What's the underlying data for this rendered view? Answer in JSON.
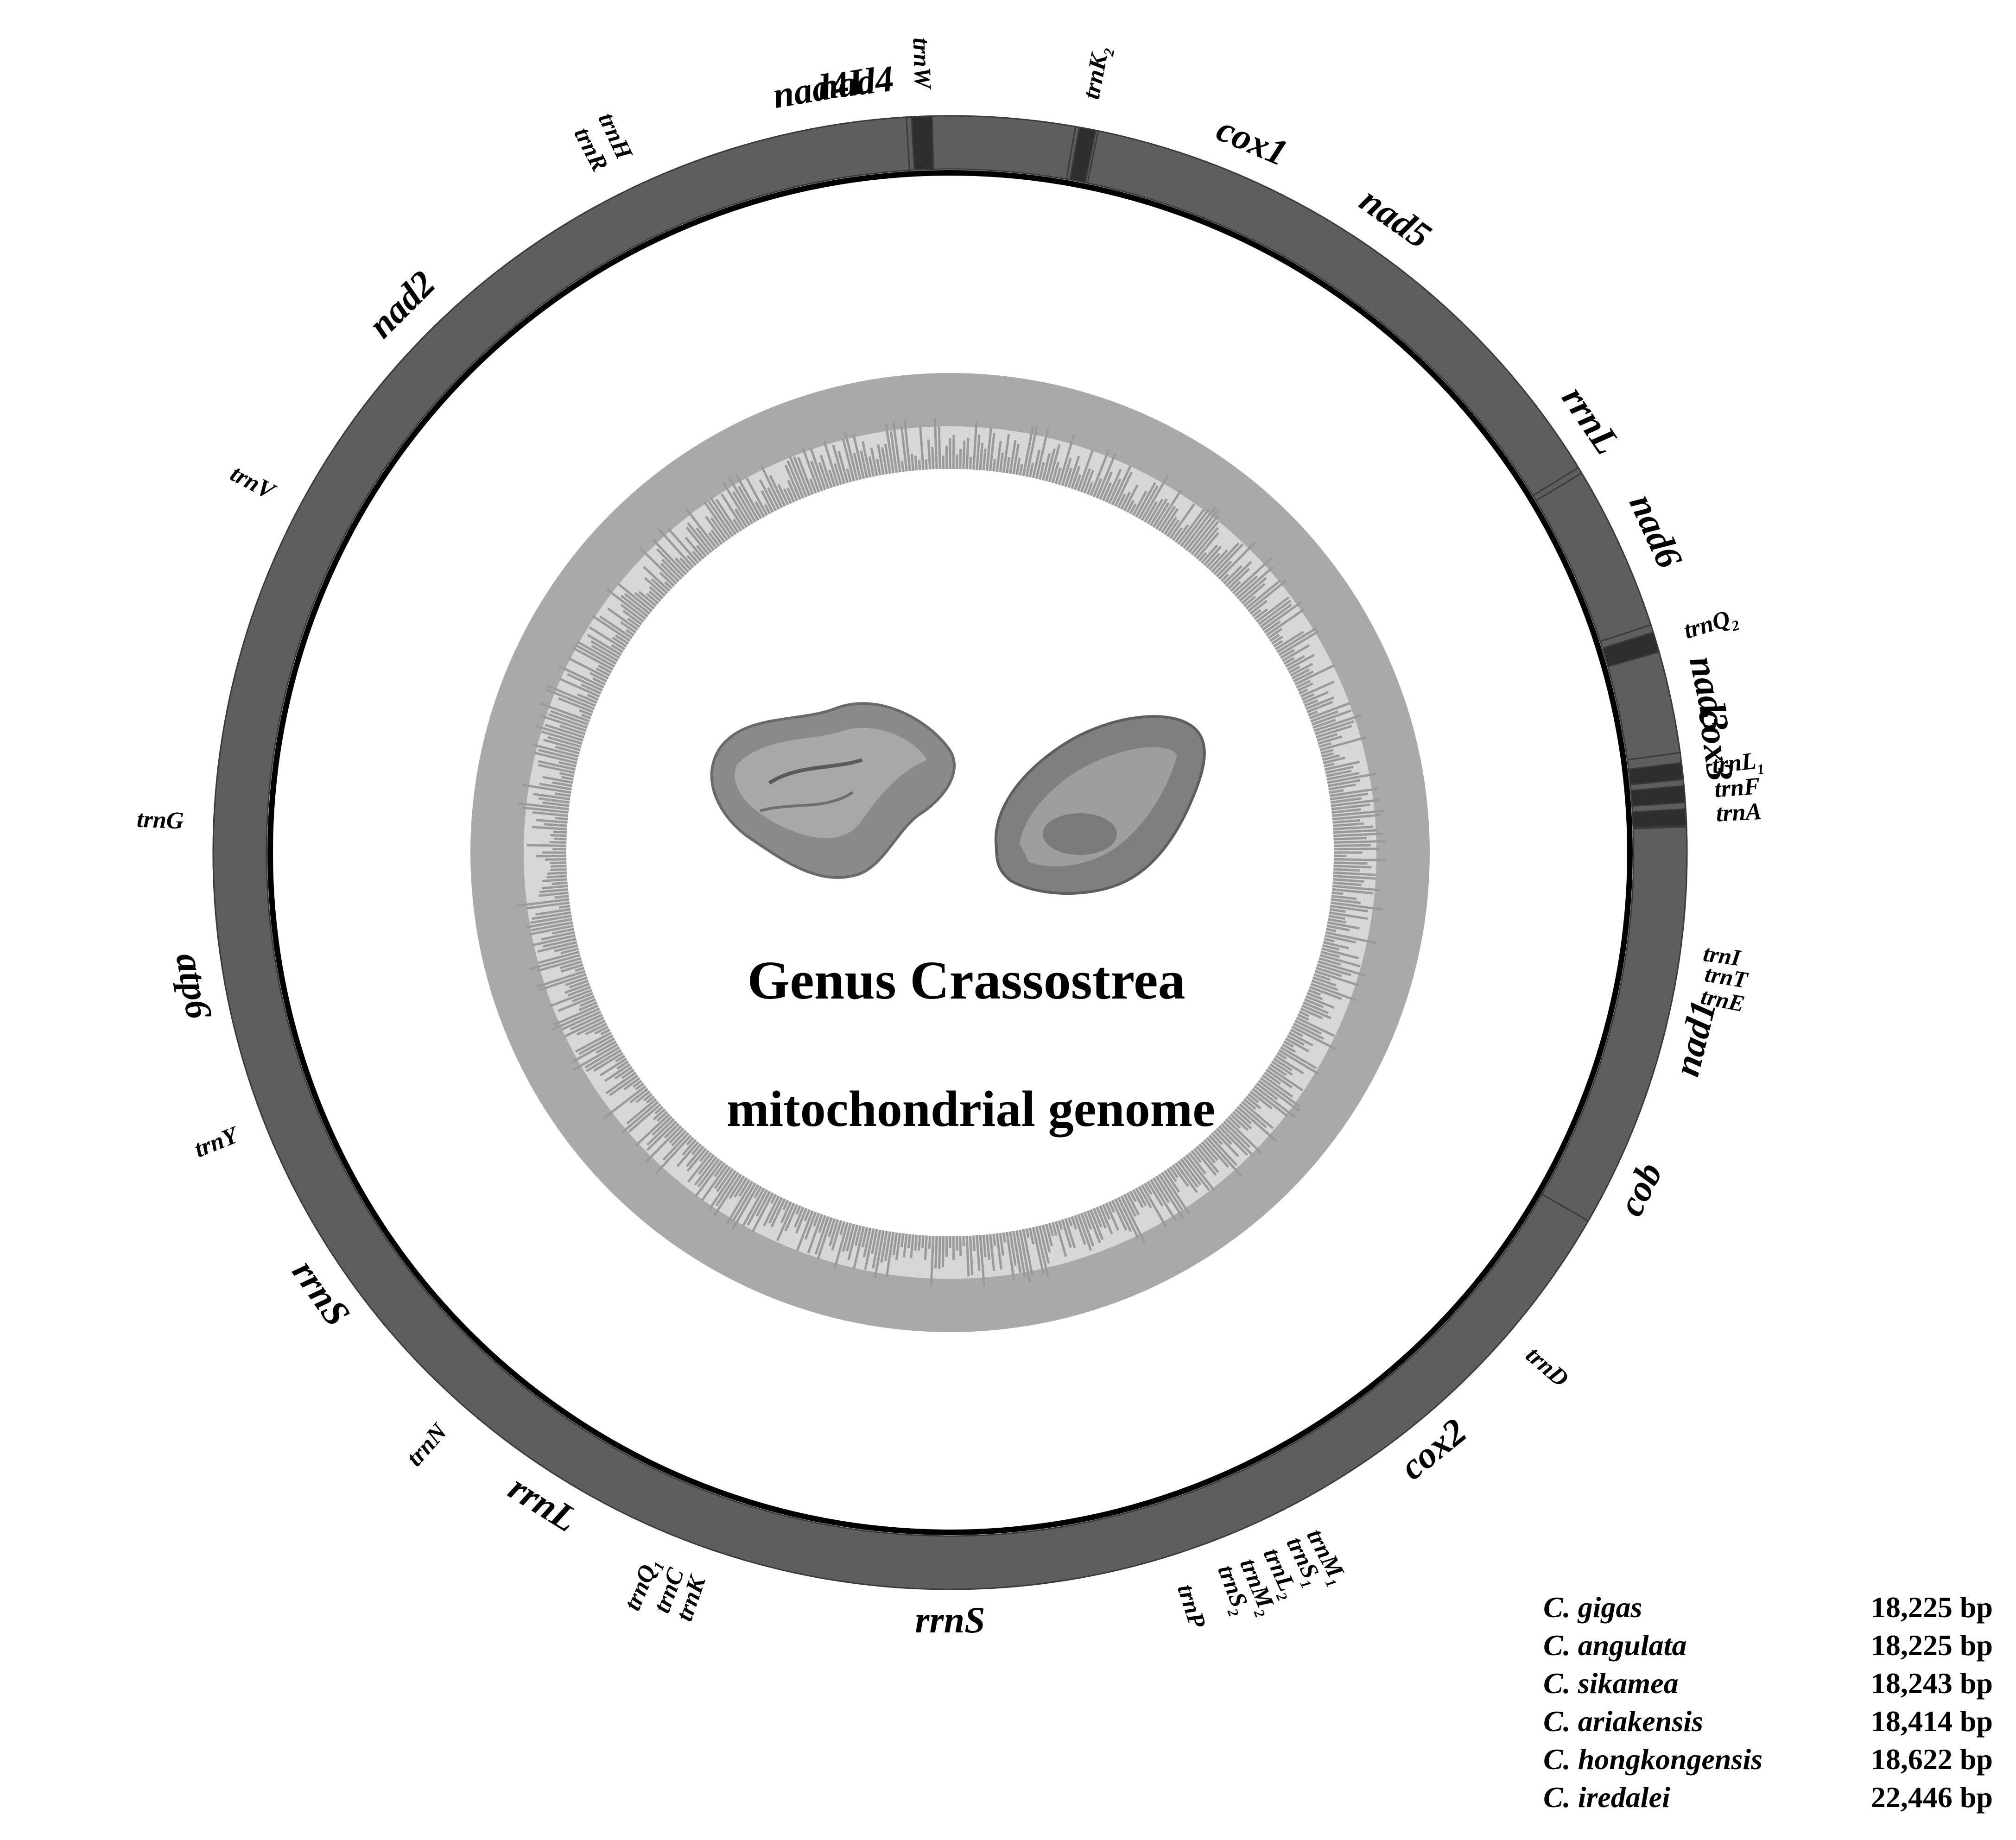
{
  "title_line1": "Genus Crassostrea",
  "title_line2": "mitochondrial genome",
  "genes": [
    {
      "name": "cox1",
      "sub": "",
      "kind": "large",
      "start": 3,
      "end": 44
    },
    {
      "name": "rrnL",
      "sub": "",
      "kind": "large",
      "start": 47,
      "end": 65
    },
    {
      "name": "cox3",
      "sub": "",
      "kind": "large",
      "start": 67,
      "end": 97
    },
    {
      "name": "trnI",
      "sub": "",
      "kind": "trna",
      "start": 97.5,
      "end": 98.6
    },
    {
      "name": "trnT",
      "sub": "",
      "kind": "trna",
      "start": 98.8,
      "end": 99.9
    },
    {
      "name": "trnE",
      "sub": "",
      "kind": "trna",
      "start": 100.4,
      "end": 101.5
    },
    {
      "name": "cob",
      "sub": "",
      "kind": "large",
      "start": 104,
      "end": 128
    },
    {
      "name": "trnD",
      "sub": "",
      "kind": "trna",
      "start": 130,
      "end": 131.5
    },
    {
      "name": "cox2",
      "sub": "",
      "kind": "large",
      "start": 132,
      "end": 150
    },
    {
      "name": "trnM",
      "sub": "1",
      "kind": "trna",
      "start": 151.5,
      "end": 152.8
    },
    {
      "name": "trnS",
      "sub": "1",
      "kind": "trna",
      "start": 153.2,
      "end": 154.5
    },
    {
      "name": "trnL",
      "sub": "2",
      "kind": "trna",
      "start": 155,
      "end": 156.3
    },
    {
      "name": "trnM",
      "sub": "2",
      "kind": "trna",
      "start": 157,
      "end": 158.3
    },
    {
      "name": "trnS",
      "sub": "2",
      "kind": "trna",
      "start": 158.7,
      "end": 160
    },
    {
      "name": "trnP",
      "sub": "",
      "kind": "trna",
      "start": 161.8,
      "end": 163.5
    },
    {
      "name": "rrnS",
      "sub": "",
      "kind": "large",
      "start": 163.5,
      "end": 198
    },
    {
      "name": "trnK",
      "sub": "",
      "kind": "trna",
      "start": 198.5,
      "end": 200
    },
    {
      "name": "trnC",
      "sub": "",
      "kind": "trna",
      "start": 200.5,
      "end": 202
    },
    {
      "name": "trnQ",
      "sub": "1",
      "kind": "trna",
      "start": 202.5,
      "end": 204
    },
    {
      "name": "rrnL",
      "sub": "",
      "kind": "large",
      "start": 204,
      "end": 220
    },
    {
      "name": "trnN",
      "sub": "",
      "kind": "trna",
      "start": 221,
      "end": 222.5
    },
    {
      "name": "rrnS",
      "sub": "",
      "kind": "large",
      "start": 222.5,
      "end": 248
    },
    {
      "name": "trnY",
      "sub": "",
      "kind": "trna",
      "start": 248,
      "end": 249.5
    },
    {
      "name": "atp6",
      "sub": "",
      "kind": "large",
      "start": 249.5,
      "end": 270
    },
    {
      "name": "trnG",
      "sub": "",
      "kind": "trna",
      "start": 271,
      "end": 272.8
    },
    {
      "name": "trnV",
      "sub": "",
      "kind": "trna",
      "start": 297,
      "end": 299
    },
    {
      "name": "nad2",
      "sub": "",
      "kind": "large",
      "start": 300,
      "end": 331
    },
    {
      "name": "trnR",
      "sub": "",
      "kind": "trna",
      "start": 332,
      "end": 333.5
    },
    {
      "name": "trnH",
      "sub": "",
      "kind": "trna",
      "start": 334,
      "end": 335.5
    },
    {
      "name": "nad4",
      "sub": "",
      "kind": "large",
      "start": 336,
      "end": 370
    },
    {
      "name": "trnK",
      "sub": "2",
      "kind": "trna",
      "start": 370,
      "end": 371.3
    },
    {
      "name": "nad5",
      "sub": "",
      "kind": "large",
      "start": 371.5,
      "end": 418.5
    },
    {
      "name": "nad6",
      "sub": "",
      "kind": "large",
      "start": 419,
      "end": 432
    },
    {
      "name": "trnQ",
      "sub": "2",
      "kind": "trna",
      "start": 433,
      "end": 434.5
    },
    {
      "name": "nad3",
      "sub": "",
      "kind": "large",
      "start": 434.5,
      "end": 442
    },
    {
      "name": "trnL",
      "sub": "1",
      "kind": "trna",
      "start": 443,
      "end": 444.3
    },
    {
      "name": "trnF",
      "sub": "",
      "kind": "trna",
      "start": 444.8,
      "end": 446
    },
    {
      "name": "trnA",
      "sub": "",
      "kind": "trna",
      "start": 446.5,
      "end": 447.8
    },
    {
      "name": "nad1",
      "sub": "",
      "kind": "large",
      "start": 448,
      "end": 480
    },
    {
      "name": "nad4L",
      "sub": "",
      "kind": "large",
      "start": 480,
      "end": 356.5,
      "wrap": true
    },
    {
      "name": "trnW",
      "sub": "",
      "kind": "trna",
      "start": 357,
      "end": 358.5
    }
  ],
  "legend": [
    {
      "species": "C. gigas",
      "length": "18,225 bp"
    },
    {
      "species": "C. angulata",
      "length": "18,225 bp"
    },
    {
      "species": "C. sikamea",
      "length": "18,243 bp"
    },
    {
      "species": "C. ariakensis",
      "length": "18,414 bp"
    },
    {
      "species": "C. hongkongensis",
      "length": "18,622 bp"
    },
    {
      "species": "C. iredalei",
      "length": "22,446 bp"
    }
  ],
  "colors": {
    "large_gene": "#5e5e5e",
    "trna": "#2e2e2e",
    "backbone": "#000000",
    "gc_outer": "#a9a9a9",
    "gc_inner": "#d7d7d7",
    "gc_bar": "#9a9a9a",
    "oyster": "#8c8c8c"
  },
  "icons": [
    "oyster-shell-left-icon",
    "oyster-shell-right-icon"
  ]
}
